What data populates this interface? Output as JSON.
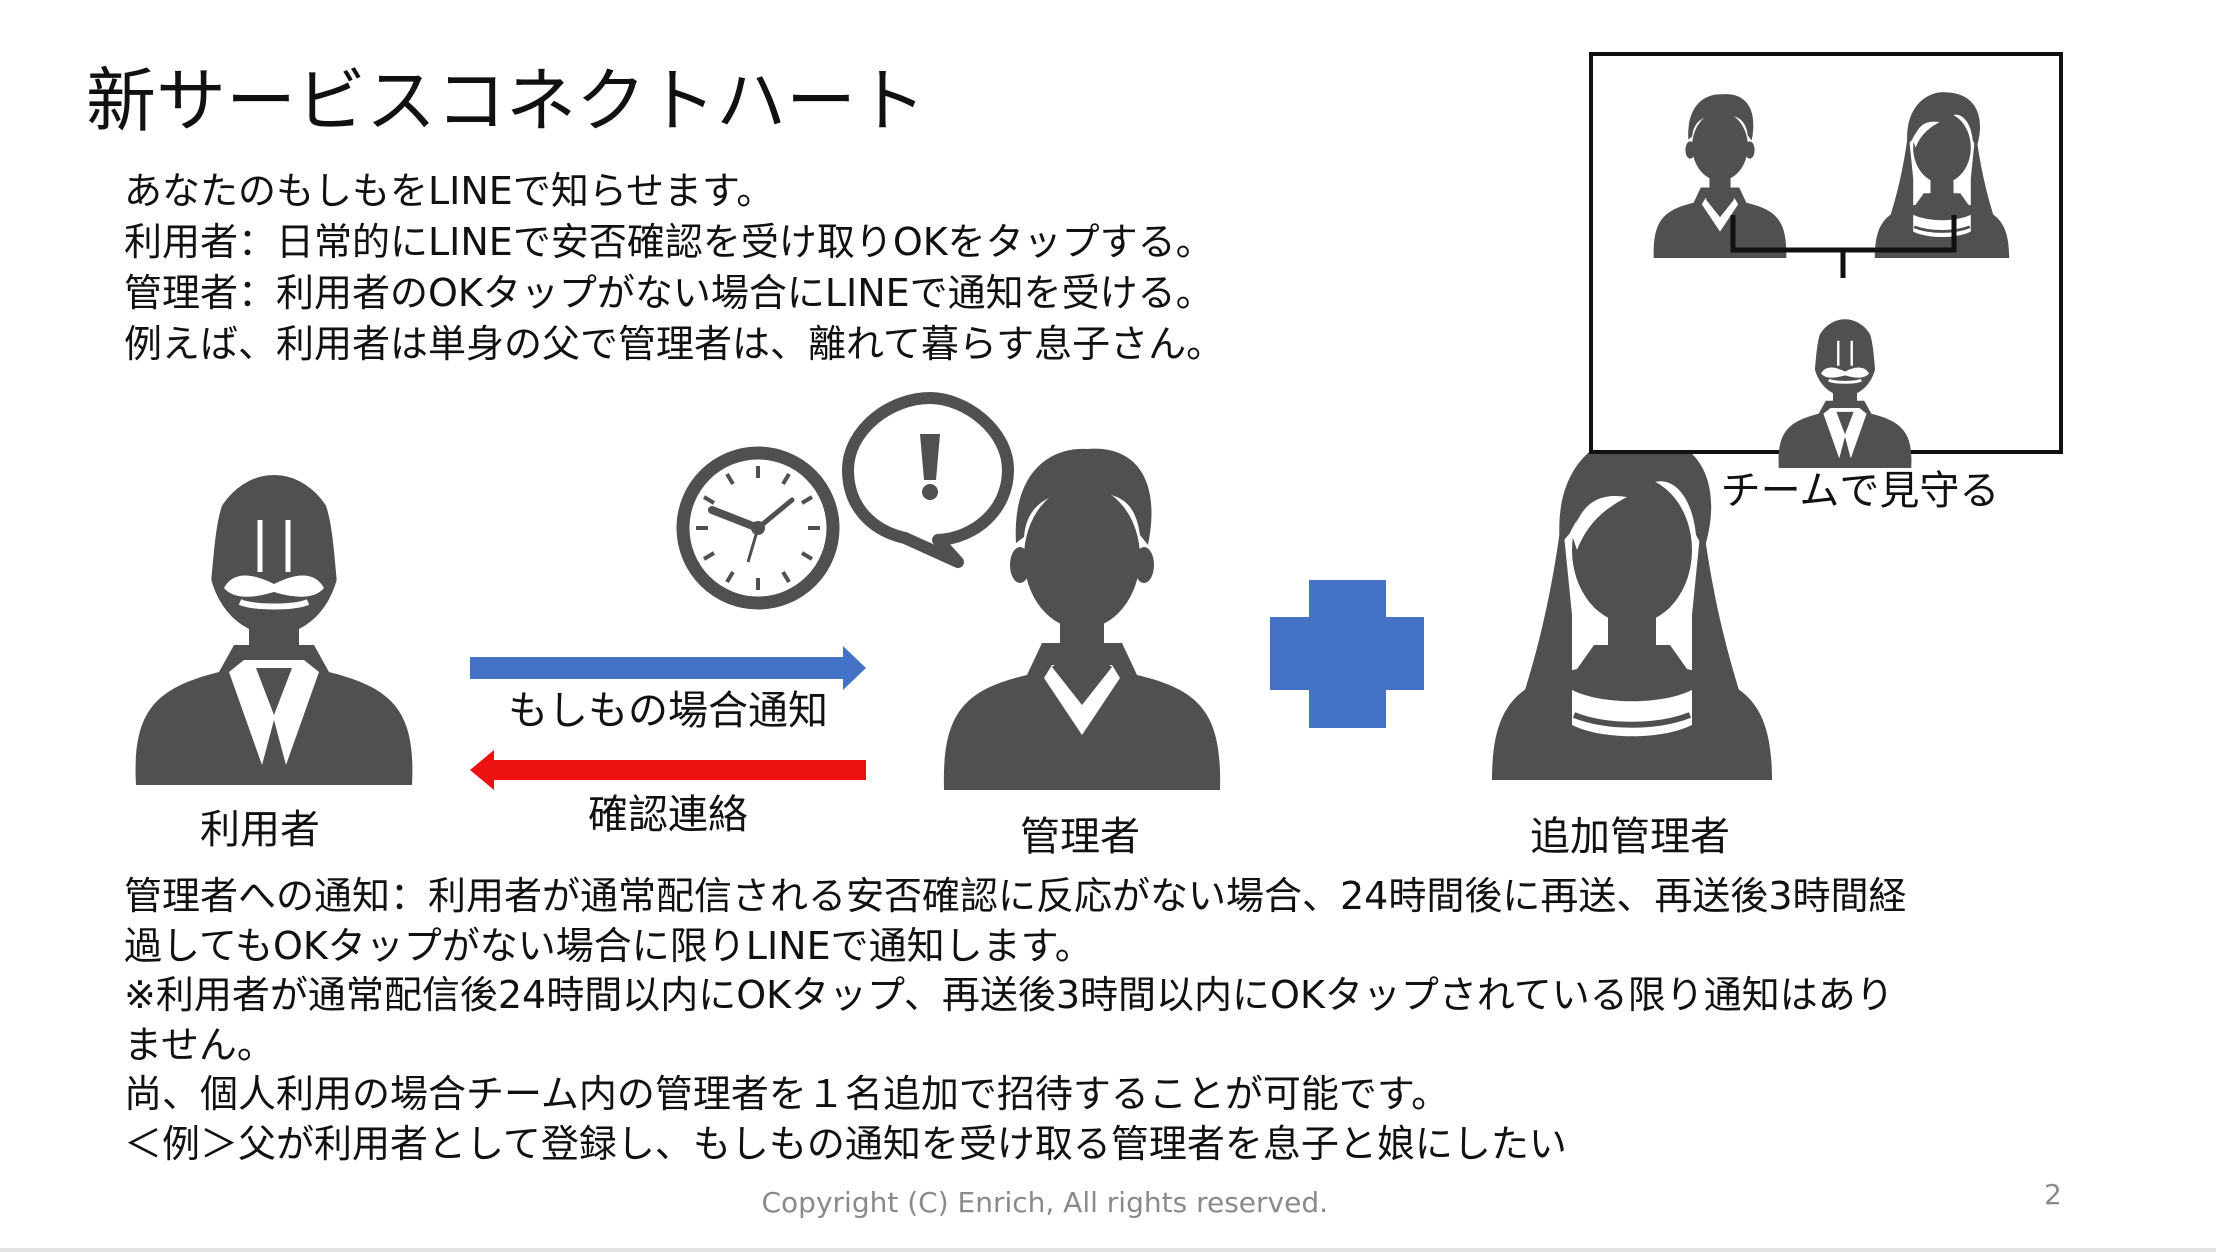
{
  "title": "新サービスコネクトハート",
  "intro": [
    "あなたのもしもをLINEで知らせます。",
    "利用者：日常的にLINEで安否確認を受け取りOKをタップする。",
    "管理者：利用者のOKタップがない場合にLINEで通知を受ける。",
    "例えば、利用者は単身の父で管理者は、離れて暮らす息子さん。"
  ],
  "team_caption": "チームで見守る",
  "labels": {
    "user": "利用者",
    "manager": "管理者",
    "additional_manager": "追加管理者",
    "notify_arrow": "もしもの場合通知",
    "confirm_arrow": "確認連絡"
  },
  "bottom": [
    "管理者への通知：利用者が通常配信される安否確認に反応がない場合、24時間後に再送、再送後3時間経",
    "過してもOKタップがない場合に限りLINEで通知します。",
    "※利用者が通常配信後24時間以内にOKタップ、再送後3時間以内にOKタップされている限り通知はあり",
    "ません。",
    "尚、個人利用の場合チーム内の管理者を１名追加で招待することが可能です。",
    "＜例＞父が利用者として登録し、もしもの通知を受け取る管理者を息子と娘にしたい"
  ],
  "footer": {
    "copyright": "Copyright (C) Enrich, All rights reserved.",
    "page": "2"
  },
  "colors": {
    "icon_gray": "#505050",
    "blue_arrow": "#4472c4",
    "red_arrow": "#ee1111",
    "plus": "#4472c4"
  }
}
